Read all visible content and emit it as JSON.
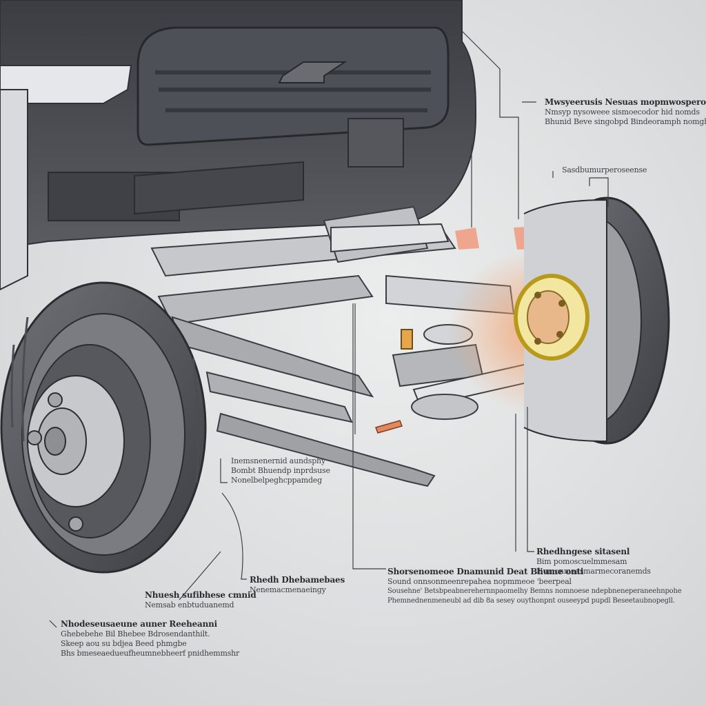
{
  "diagram": {
    "title": "",
    "colors": {
      "background": "#dcdedf",
      "body": "#4a4c52",
      "line": "#2f3136",
      "highlight": "#e6c93a",
      "glow": "#f08a5d"
    },
    "callouts": [
      {
        "id": "upper-right",
        "title": "Mwsyeerusis Nesuas mopmwosperopaethe",
        "lines": [
          "Nmsyp nysoweee sismoecodor hid nomds",
          "Bhunid Beve singobpd Bindeoramph nomgh."
        ]
      },
      {
        "id": "right-mid",
        "title": "",
        "lines": [
          "Sasdbumurperoseense"
        ]
      },
      {
        "id": "center-left",
        "title": "",
        "lines": [
          "Inemsnenernid aundsphy",
          "Bombt Bhuendp inprdsuse",
          "Nonelbelpeghcppamdeg"
        ]
      },
      {
        "id": "right-lower",
        "title": "Rhedhngese sitasenl",
        "lines": [
          "Bim pomoscuelmmesam",
          "Humonmeasmarmecoranemds"
        ]
      },
      {
        "id": "center-bottom",
        "title": "Shorsenomeoe Dnamunid Deat Bhume onti",
        "lines": [
          "Sound onnsonmeenrepahea nopmmeoe 'beerpeal",
          "Sousehne' Betsbpeabnerehernnpaomelhy Bemns nomnoese ndepbneneperaneehnpohe",
          "Phemnednenmeneubl ad dib 8a sesey ouythonpnt ouseeypd pupdl Beseetaubnopegll."
        ]
      },
      {
        "id": "mid-lower",
        "title": "Rhedh Dhebamebaes",
        "lines": [
          "Nenemacmenaeingy"
        ]
      },
      {
        "id": "lower-left",
        "title": "Nhuesh sufibhese cmnid",
        "lines": [
          "Nemsab enbtuduanemd"
        ]
      },
      {
        "id": "bottom-left",
        "title": "Nhodeseusaeune auner Reeheanni",
        "lines": [
          "Ghebebehe Bil Bhebee Bdrosendanthilt.",
          "Skeep aou su bdjea Beed phmgbe",
          "Bhs bmeseaedueufheumnebheerf pnidhemmshr"
        ]
      }
    ]
  }
}
